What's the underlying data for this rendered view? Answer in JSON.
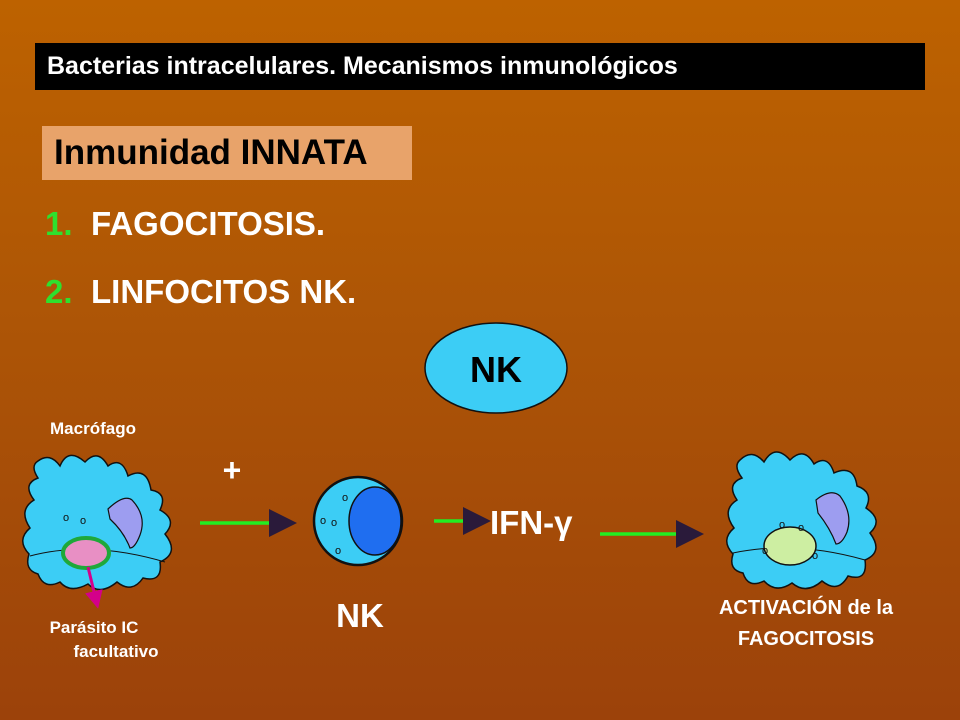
{
  "header": {
    "title": "Bacterias intracelulares. Mecanismos inmunológicos"
  },
  "innate": {
    "title": "Inmunidad INNATA"
  },
  "list": [
    {
      "num": "1.",
      "text": "FAGOCITOSIS."
    },
    {
      "num": "2.",
      "text": "LINFOCITOS NK."
    }
  ],
  "diagram": {
    "nk_bubble": "NK",
    "macrophage_label": "Macrófago",
    "plus": "+",
    "nk_cell_label": "NK",
    "ifn_label": "IFN-γ",
    "parasite_label_line1": "Parásito IC",
    "parasite_label_line2": "facultativo",
    "activation_line1": "ACTIVACIÓN de la",
    "activation_line2": "FAGOCITOSIS",
    "granule_glyph": "o"
  },
  "colors": {
    "cell_fill": "#3ccdf5",
    "nucleus_fill": "#9d9df0",
    "nk_nucleus": "#1f6ef0",
    "parasite_fill": "#e88fc4",
    "parasite_ring": "#1fa83a",
    "activated_fill": "#cdeea2",
    "arrow_green": "#22ee22",
    "arrow_magenta": "#d4008a",
    "header_bg": "#000000",
    "innate_bg": "#e8a36a"
  }
}
